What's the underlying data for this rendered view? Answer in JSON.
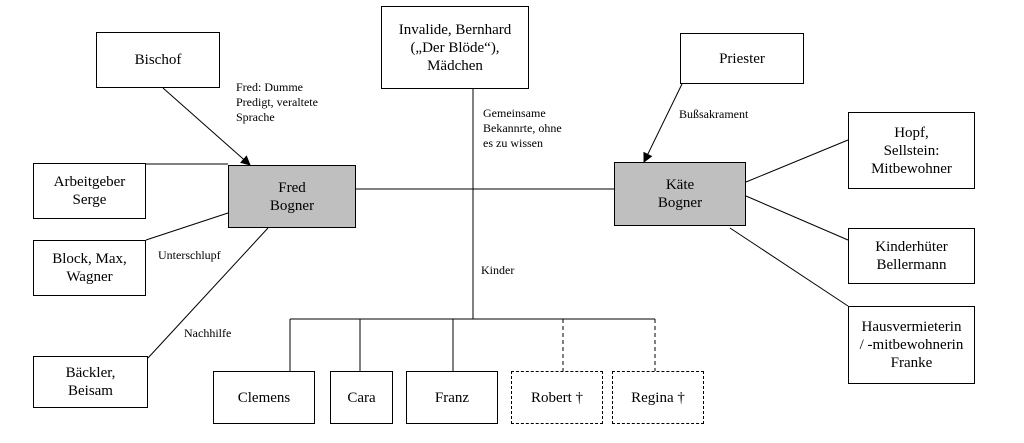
{
  "nodes": {
    "bischof": "Bischof",
    "invalide": "Invalide, Bernhard\n(„Der Blöde“),\nMädchen",
    "priester": "Priester",
    "arbeitgeber": "Arbeitgeber\nSerge",
    "fred": "Fred\nBogner",
    "kaete": "Käte\nBogner",
    "hopf": "Hopf,\nSellstein:\nMitbewohner",
    "block": "Block, Max,\nWagner",
    "kinderhueter": "Kinderhüter\nBellermann",
    "baeckler": "Bäckler,\nBeisam",
    "hausvermieterin": "Hausvermieterin\n/ -mitbewohnerin\nFranke",
    "clemens": "Clemens",
    "cara": "Cara",
    "franz": "Franz",
    "robert": "Robert †",
    "regina": "Regina †"
  },
  "labels": {
    "fred_dumme": "Fred: Dumme\nPredigt, veraltete\nSprache",
    "gemeinsame": "Gemeinsame\nBekannrte, ohne\nes zu wissen",
    "bussakrament": "Bußsakrament",
    "unterschlupf": "Unterschlupf",
    "kinder": "Kinder",
    "nachhilfe": "Nachhilfe"
  }
}
